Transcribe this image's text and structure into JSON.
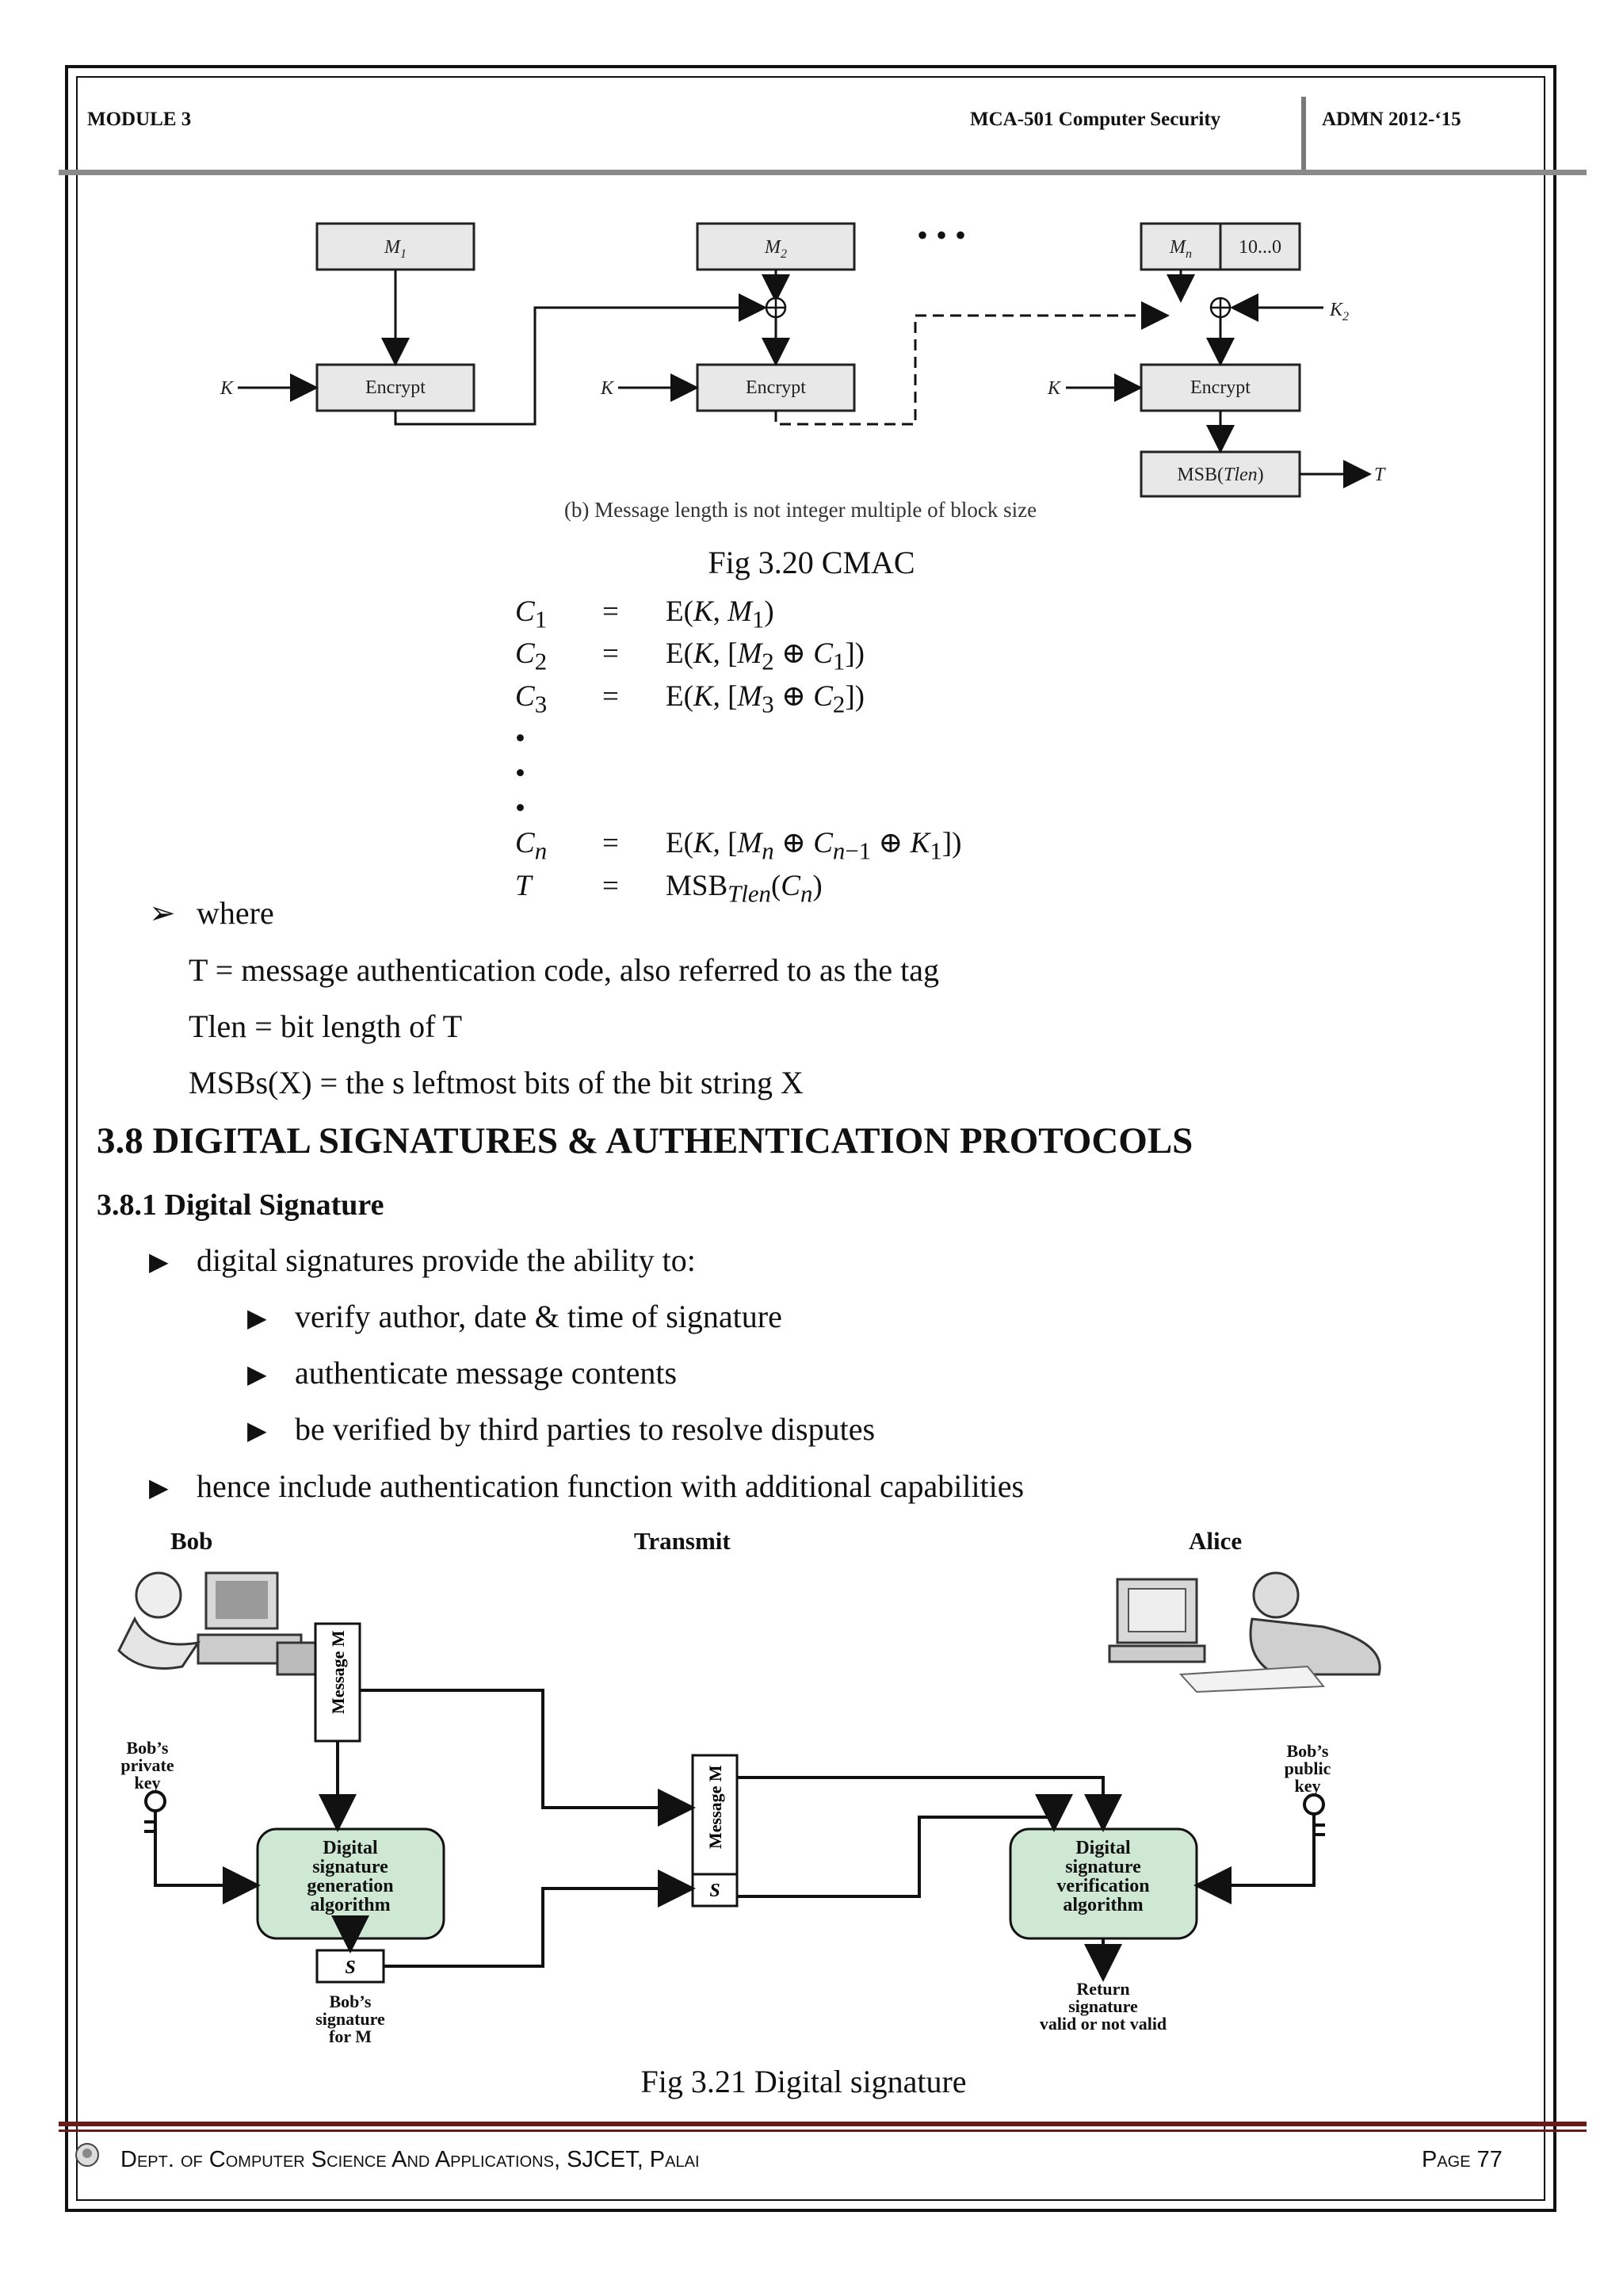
{
  "header": {
    "module": "MODULE  3",
    "course": "MCA-501  Computer Security",
    "batch": "ADMN 2012-‘15"
  },
  "cmac_figure": {
    "blocks": [
      "M1",
      "M2",
      "Mn",
      "10...0"
    ],
    "key_label": "K",
    "k2_label": "K2",
    "encrypt_label": "Encrypt",
    "msb_label": "MSB(Tlen)",
    "tag_label": "T",
    "dots": "• • •",
    "subcaption": "(b) Message length is not integer multiple of block size",
    "caption": "Fig 3.20 CMAC"
  },
  "equations": [
    {
      "lhs": "C1",
      "rhs": "E(K, M1)"
    },
    {
      "lhs": "C2",
      "rhs": "E(K, [M2 ⊕ C1])"
    },
    {
      "lhs": "C3",
      "rhs": "E(K, [M3 ⊕ C2])"
    },
    {
      "lhs": "Cn",
      "rhs": "E(K, [Mn ⊕ Cn−1 ⊕ K1])"
    },
    {
      "lhs": "T",
      "rhs": "MSBTlen(Cn)"
    }
  ],
  "where": {
    "label": "where",
    "lines": [
      "T = message authentication code, also referred to as the tag",
      "Tlen = bit length of T",
      "MSBs(X) = the s leftmost bits of the bit string X"
    ]
  },
  "section": {
    "title": "3.8 DIGITAL SIGNATURES & AUTHENTICATION PROTOCOLS",
    "subtitle": "3.8.1 Digital Signature",
    "bullet1": "digital signatures provide the ability to:",
    "subbullets": [
      "verify author, date & time of signature",
      "authenticate message contents",
      "be verified by third parties to resolve disputes"
    ],
    "bullet2": "hence include authentication function with additional capabilities"
  },
  "ds_figure": {
    "bob": "Bob",
    "transmit": "Transmit",
    "alice": "Alice",
    "private_key": [
      "Bob’s",
      "private",
      "key"
    ],
    "public_key": [
      "Bob’s",
      "public",
      "key"
    ],
    "message": "Message M",
    "gen_algo": [
      "Digital",
      "signature",
      "generation",
      "algorithm"
    ],
    "ver_algo": [
      "Digital",
      "signature",
      "verification",
      "algorithm"
    ],
    "s": "S",
    "bob_sig": [
      "Bob’s",
      "signature",
      "for M"
    ],
    "result": [
      "Return",
      "signature",
      "valid or not valid"
    ],
    "caption": "Fig 3.21 Digital signature"
  },
  "footer": {
    "dept": "Dept. of Computer Science And Applications, SJCET, Palai",
    "page": "Page 77"
  }
}
